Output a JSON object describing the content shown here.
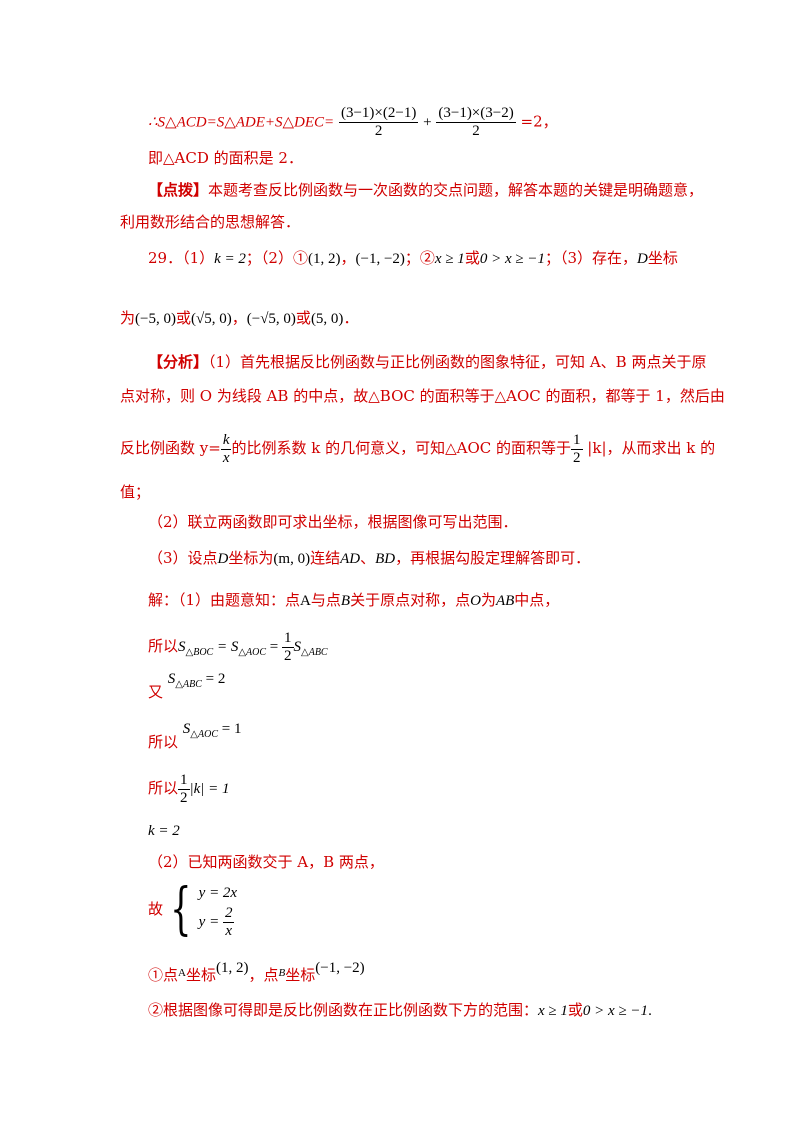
{
  "l1": {
    "lhs": "∴S△ACD=S△ADE+S△DEC=",
    "f1n": "(3−1)×(2−1)",
    "f1d": "2",
    "plus": "+",
    "f2n": "(3−1)×(3−2)",
    "f2d": "2",
    "tail": "=2，"
  },
  "l2": {
    "text": "即△ACD 的面积是 2．"
  },
  "l3": {
    "tag": "【点拨】",
    "text": "本题考查反比例函数与一次函数的交点问题，解答本题的关键是明确题意，"
  },
  "l4": {
    "text": "利用数形结合的思想解答．"
  },
  "l5": {
    "a": "29．（1）",
    "m1": "k = 2",
    "b": "；（2）①",
    "m2": "(1, 2)",
    "c": "，",
    "m3": "(−1, −2)",
    "d": "；②",
    "m4": "x ≥ 1",
    "e": "或",
    "m5": "0 > x ≥ −1",
    "f": "；（3）存在，",
    "m6": "D",
    "g": "坐标"
  },
  "l6": {
    "a": "为",
    "m1": "(−5, 0)",
    "b": "或",
    "m2": "(√5, 0)",
    "c": "，",
    "m3": "(−√5, 0)",
    "d": "或",
    "m4": "(5, 0)",
    "e": "．"
  },
  "l7": {
    "tag": "【分析】",
    "text": "（1）首先根据反比例函数与正比例函数的图象特征，可知 A、B 两点关于原"
  },
  "l8": {
    "text": "点对称，则 O 为线段 AB 的中点，故△BOC 的面积等于△AOC 的面积，都等于 1，然后由"
  },
  "l9": {
    "a": "反比例函数 y=",
    "fn": "k",
    "fd": "x",
    "b": "的比例系数 k 的几何意义，可知△AOC 的面积等于",
    "gn": "1",
    "gd": "2",
    "c": " |k|，从而求出 k 的"
  },
  "l10": {
    "text": "值；"
  },
  "l11": {
    "text": "（2）联立两函数即可求出坐标，根据图像可写出范围．"
  },
  "l12": {
    "a": "（3）设点",
    "m1": "D",
    "b": "坐标为",
    "m2": "(m, 0)",
    "c": "连结",
    "m3": "AD",
    "d": "、",
    "m4": "BD",
    "e": "，再根据勾股定理解答即可．"
  },
  "l13": {
    "a": "解：（1）由题意知：点",
    "m1": "A",
    "b": "与点",
    "m2": "B",
    "c": "关于原点对称，点",
    "m3": "O",
    "d": "为",
    "m4": "AB",
    "e": "中点，"
  },
  "l14": {
    "a": "所以",
    "s1": "S",
    "sub1": "△BOC",
    "eq1": " = S",
    "sub2": "△AOC",
    "eq2": " = ",
    "fn": "1",
    "fd": "2",
    "s3": "S",
    "sub3": "△ABC"
  },
  "l15": {
    "a": "又",
    "s": "S",
    "sub": "△ABC",
    "eq": " = 2"
  },
  "l16": {
    "a": "所以",
    "s": "S",
    "sub": "△AOC",
    "eq": " = 1"
  },
  "l17": {
    "a": "所以",
    "fn": "1",
    "fd": "2",
    "eq": "|k| = 1"
  },
  "l18": {
    "text": "k = 2"
  },
  "l19": {
    "text": "（2）已知两函数交于 A，B 两点，"
  },
  "l20": {
    "a": "故",
    "r1": "y = 2x",
    "r2a": "y = ",
    "r2n": "2",
    "r2d": "x"
  },
  "l21": {
    "a": "①点",
    "m1": "A",
    "b": "坐标",
    "m2": "(1, 2)",
    "c": "，点",
    "m3": "B",
    "d": "坐标",
    "m4": "(−1, −2)"
  },
  "l22": {
    "a": "②根据图像可得即是反比例函数在正比例函数下方的范围：",
    "m1": "x ≥ 1",
    "b": "或",
    "m2": "0 > x ≥ −1",
    "c": "."
  }
}
